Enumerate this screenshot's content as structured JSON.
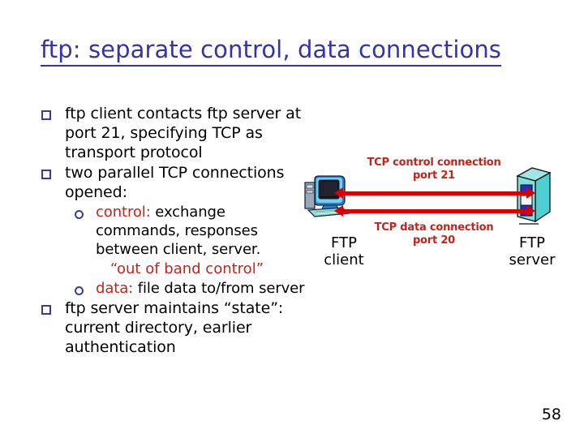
{
  "slide": {
    "title": "ftp: separate control, data connections",
    "page_number": "58",
    "accent_title_color": "#3434a8",
    "highlight_color": "#c0241c",
    "arrow_color": "#d60000",
    "bullet_color": "#3b3b96"
  },
  "bullets": [
    {
      "level": 1,
      "marker": "square",
      "text": "ftp client contacts ftp server at port 21, specifying TCP as transport protocol"
    },
    {
      "level": 1,
      "marker": "square",
      "text": "two parallel TCP connections opened:"
    },
    {
      "level": 2,
      "marker": "circle",
      "highlight": "control:",
      "text": " exchange commands, responses between client, server."
    },
    {
      "level": 2,
      "marker": "none",
      "quote": "“out of band control”"
    },
    {
      "level": 2,
      "marker": "circle",
      "highlight": "data:",
      "text": " file data to/from server"
    },
    {
      "level": 1,
      "marker": "square",
      "text": "ftp server maintains “state”: current directory, earlier authentication"
    }
  ],
  "diagram": {
    "control_connection": {
      "line1": "TCP control connection",
      "line2": "port 21"
    },
    "data_connection": {
      "line1": "TCP data connection",
      "line2": "port 20"
    },
    "client_node": {
      "line1": "FTP",
      "line2": "client"
    },
    "server_node": {
      "line1": "FTP",
      "line2": "server"
    }
  }
}
